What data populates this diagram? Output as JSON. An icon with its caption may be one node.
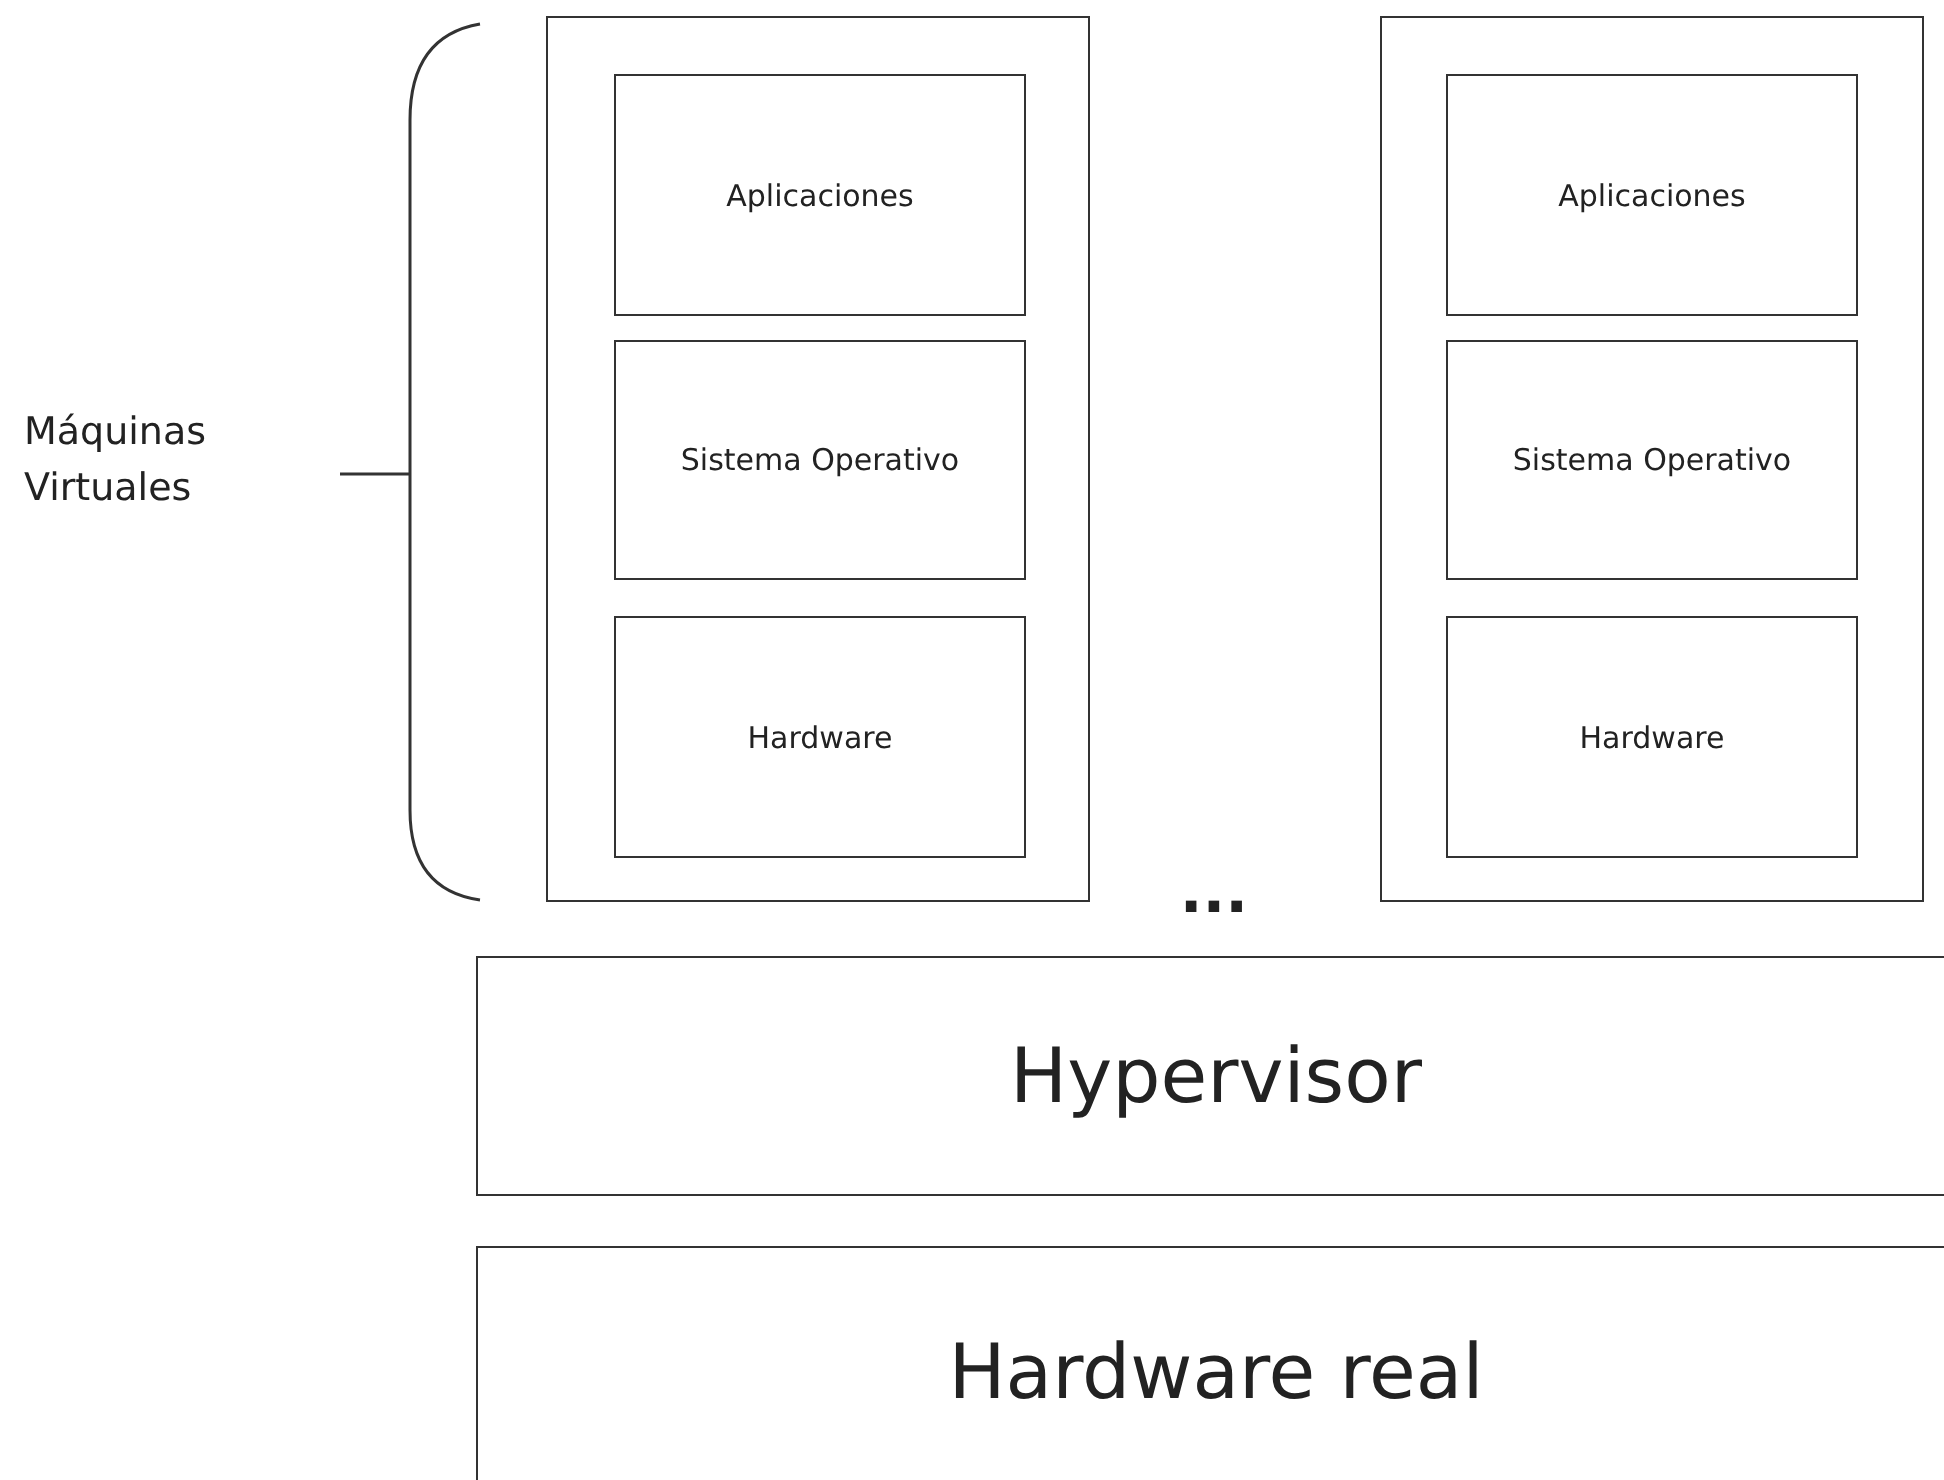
{
  "diagram": {
    "nodes": [
      {
        "text": [],
        "shape": "box"
      },
      {
        "text": [
          "Aplicaciones"
        ],
        "in": 0
      },
      {
        "text": [
          "Sistema Operativo"
        ],
        "in": 0
      },
      {
        "text": [
          "Hardware"
        ],
        "in": 0
      },
      {
        "text": [],
        "shape": "box"
      },
      {
        "text": [
          "Aplicaciones"
        ],
        "in": 4
      },
      {
        "text": [
          "Sistema Operativo"
        ],
        "in": 4
      },
      {
        "text": [
          "Hardware"
        ],
        "in": 4
      },
      {
        "text": [
          "Hypervisor"
        ]
      },
      {
        "text": [
          "Hardware real"
        ]
      }
    ],
    "edges": [],
    "labels": [
      "Máquinas Virtuales",
      "..."
    ]
  }
}
